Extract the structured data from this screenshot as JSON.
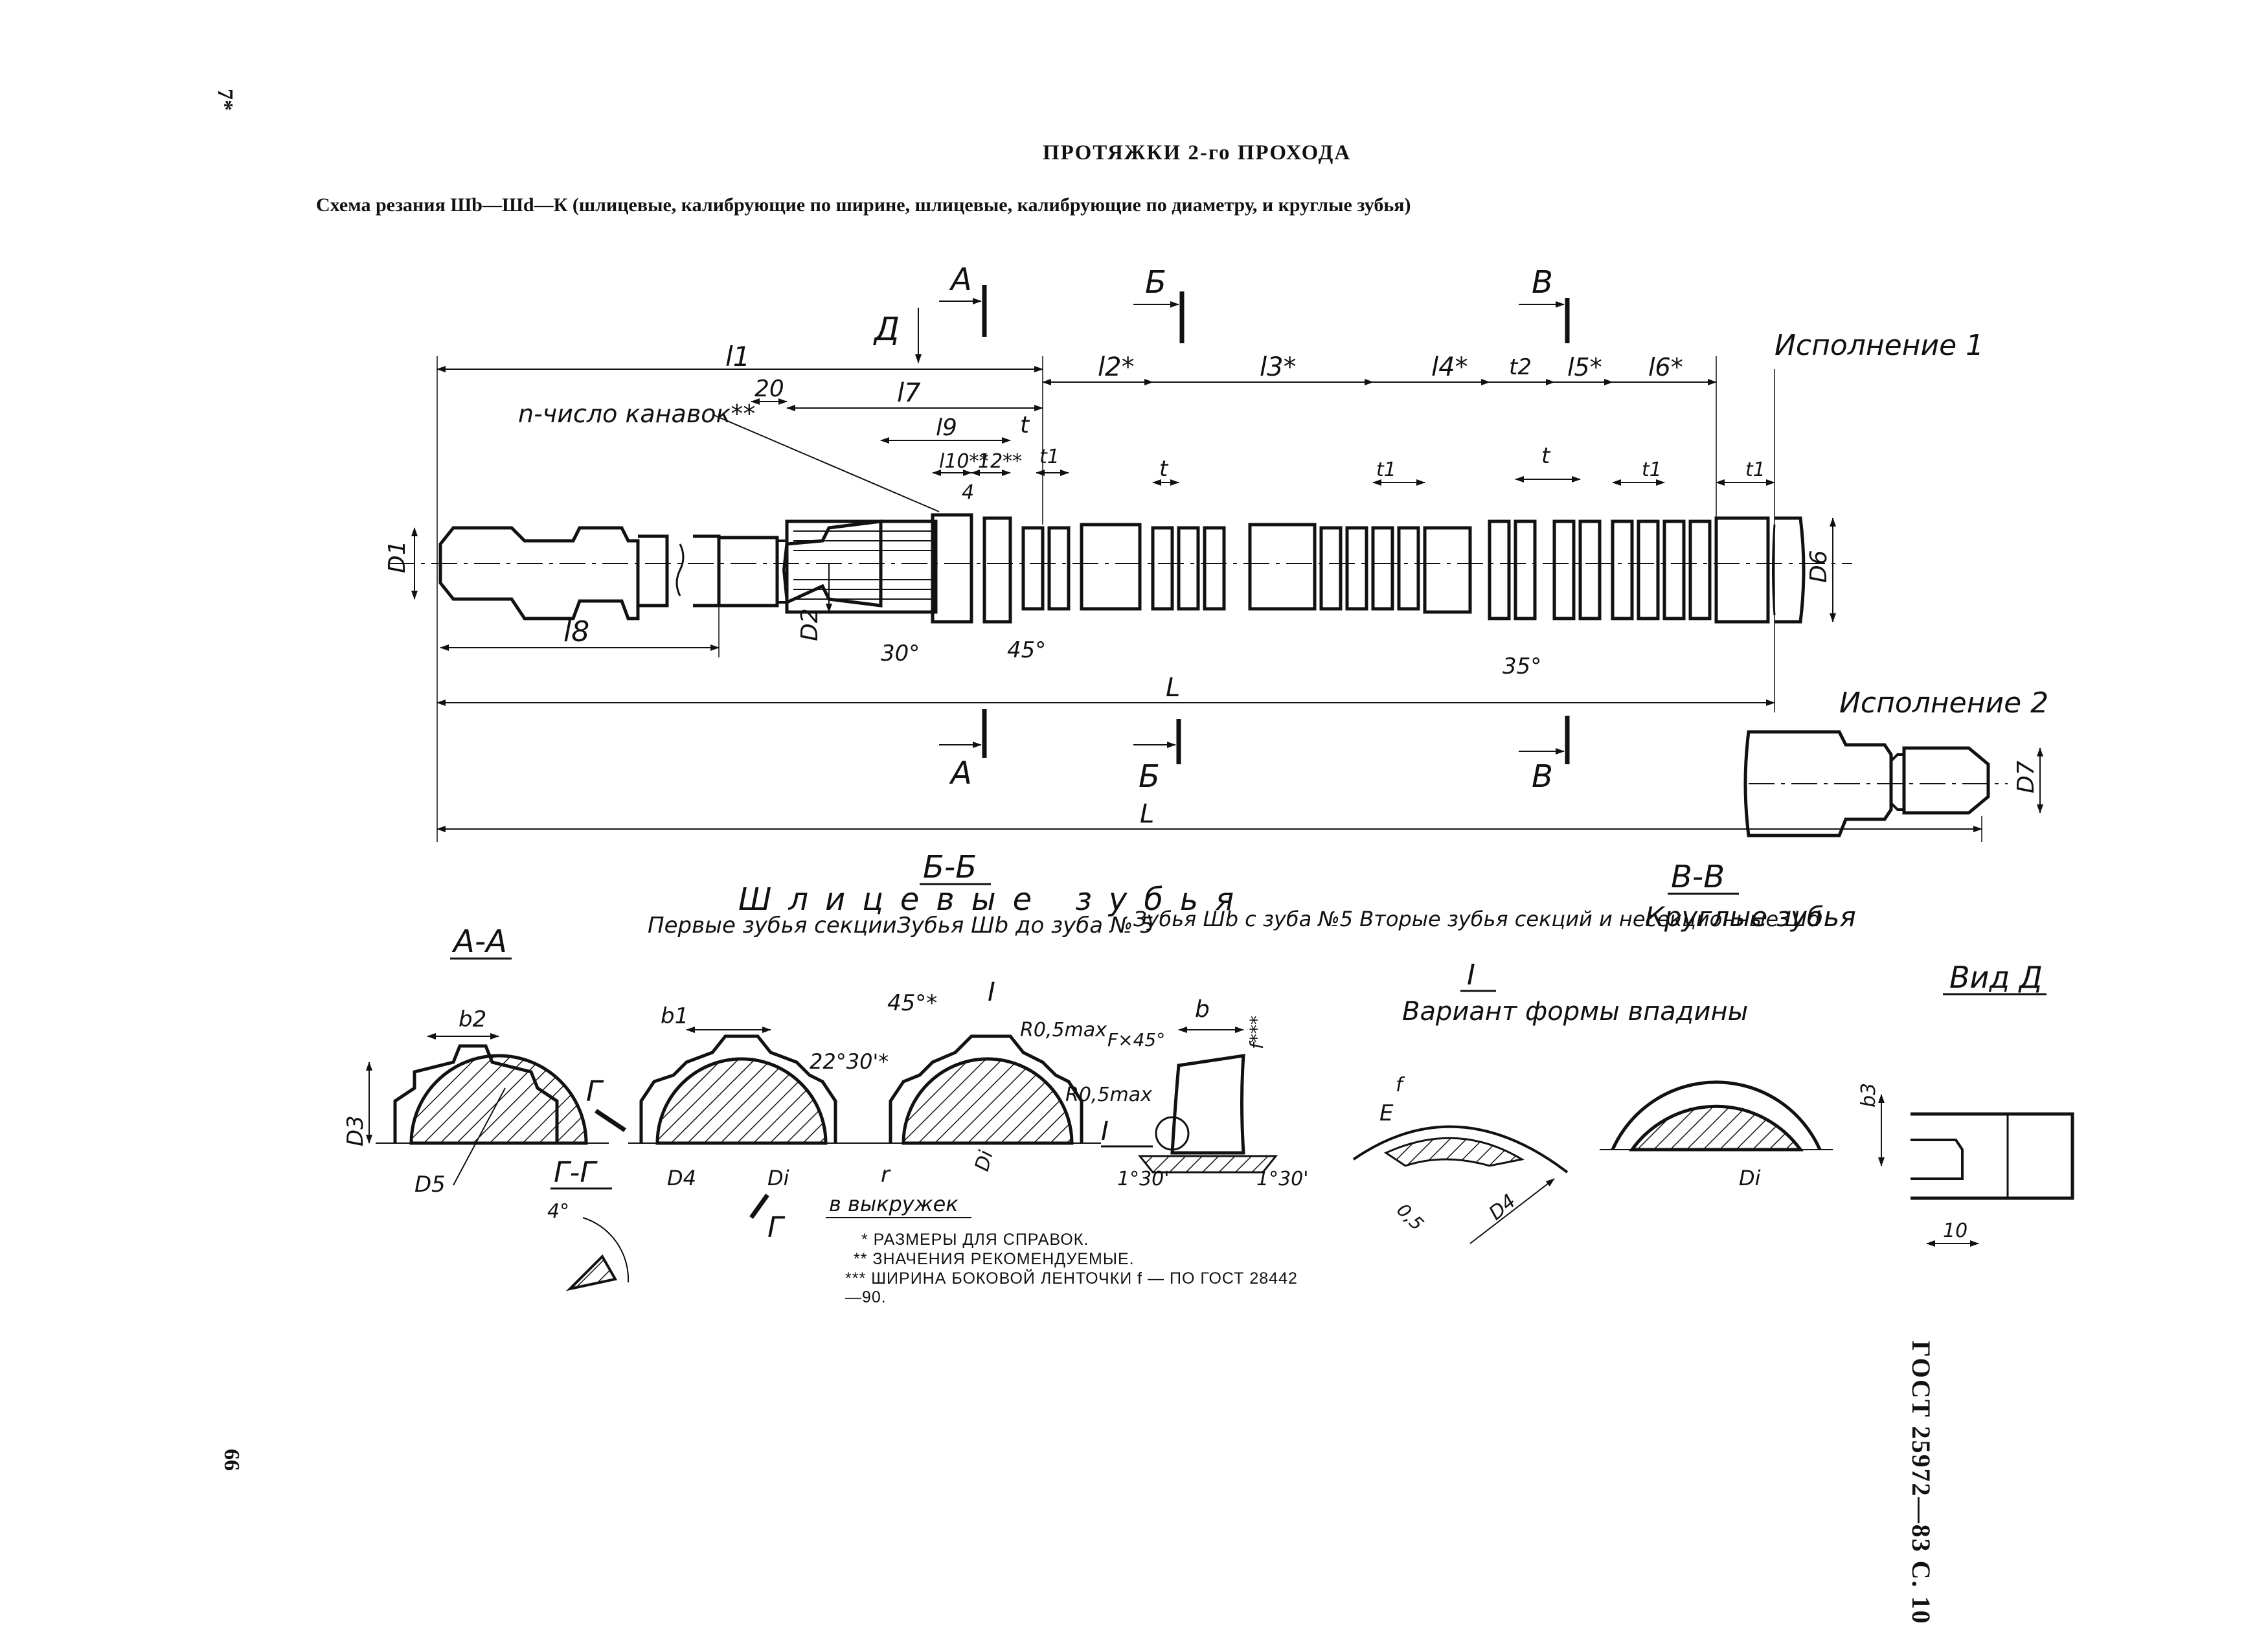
{
  "page": {
    "title": "ПРОТЯЖКИ 2-го ПРОХОДА",
    "subtitle": "Схема резания Шb—Шd—К (шлицевые, калибрующие по ширине, шлицевые, калибрующие по диаметру, и круглые зубья)",
    "page_number_top": "7*",
    "page_number_bottom": "66",
    "side_label": "ГОСТ 25972—83 С. 10"
  },
  "main_view": {
    "version1": "Исполнение 1",
    "version2": "Исполнение 2",
    "view_arrow": "Д",
    "section_marks": [
      "А",
      "Б",
      "В"
    ],
    "dims": {
      "l1": "l1",
      "l2": "l2*",
      "l3": "l3*",
      "l4": "l4*",
      "t2": "t2",
      "l5": "l5*",
      "l6": "l6*",
      "twenty": "20",
      "l7": "l7",
      "l9": "l9",
      "t": "t",
      "l10": "l10**",
      "twelve": "12**",
      "t1": "t1",
      "four": "4",
      "l8": "l8",
      "L": "L",
      "D1": "D1",
      "D2": "D2",
      "D6": "D6",
      "D7": "D7",
      "a30": "30°",
      "a45": "45°",
      "a35": "35°"
    },
    "groove_label": "n-число канавок**"
  },
  "sections": {
    "AA": {
      "label": "А-А",
      "b2": "b2",
      "D3": "D3",
      "D5": "D5"
    },
    "BB": {
      "label": "Б-Б",
      "heading": "Шлицевые зубья",
      "first": "Первые зубья секции",
      "b1": "b1",
      "D4": "D4",
      "Di": "Di",
      "Wb5": "Зубья Шb до зуба № 5",
      "a45": "45°*",
      "I": "I",
      "R05": "R0,5max",
      "a2230": "22°30'*",
      "r": "r",
      "vykruzhek": "в выкружек",
      "Wb5b": "Зубья Шb с зуба №5 Вторые зубья секций и несекционные Шd"
    },
    "GG": {
      "label": "Г-Г",
      "mark": "Г",
      "a4": "4°"
    },
    "detail": {
      "b": "b",
      "Fx45": "F×45°",
      "fstar": "f***",
      "R05": "R0,5max",
      "I": "I",
      "a130": "1°30'",
      "a130b": "1°30'"
    },
    "I_variant": {
      "I": "I",
      "title": "Вариант формы впадины",
      "f": "f",
      "E": "E",
      "d05": "0,5",
      "D4": "D4"
    },
    "VV": {
      "label": "В-В",
      "title": "Круглые зубья",
      "Di": "Di"
    },
    "viewD": {
      "label": "Вид Д",
      "b3": "b3",
      "ten": "10"
    }
  },
  "footnotes": [
    "* РАЗМЕРЫ ДЛЯ СПРАВОК.",
    "** ЗНАЧЕНИЯ РЕКОМЕНДУЕМЫЕ.",
    "*** ШИРИНА БОКОВОЙ ЛЕНТОЧКИ f — ПО ГОСТ 28442—90."
  ]
}
